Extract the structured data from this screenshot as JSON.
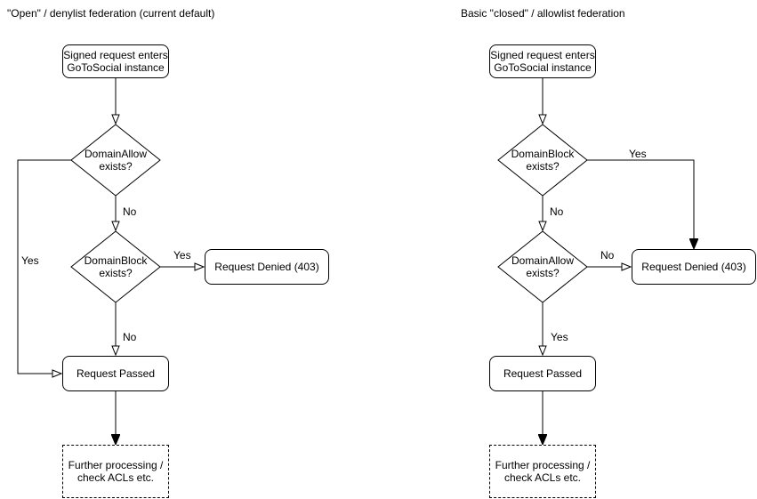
{
  "colors": {
    "stroke": "#000000",
    "background": "#ffffff",
    "text": "#000000"
  },
  "charts": [
    {
      "title": "\"Open\" / denylist federation (current default)",
      "nodes": {
        "start": "Signed request enters\nGoToSocial instance",
        "decision1": "DomainAllow\nexists?",
        "decision2": "DomainBlock\nexists?",
        "denied": "Request Denied (403)",
        "passed": "Request Passed",
        "further": "Further processing /\ncheck ACLs etc."
      },
      "edge_labels": {
        "decision1_down": "No",
        "decision1_branch": "Yes",
        "decision2_down": "No",
        "decision2_branch": "Yes"
      }
    },
    {
      "title": "Basic \"closed\" / allowlist federation",
      "nodes": {
        "start": "Signed request enters\nGoToSocial instance",
        "decision1": "DomainBlock\nexists?",
        "decision2": "DomainAllow\nexists?",
        "denied": "Request Denied (403)",
        "passed": "Request Passed",
        "further": "Further processing /\ncheck ACLs etc."
      },
      "edge_labels": {
        "decision1_down": "No",
        "decision1_branch": "Yes",
        "decision2_down": "Yes",
        "decision2_branch": "No"
      }
    }
  ]
}
